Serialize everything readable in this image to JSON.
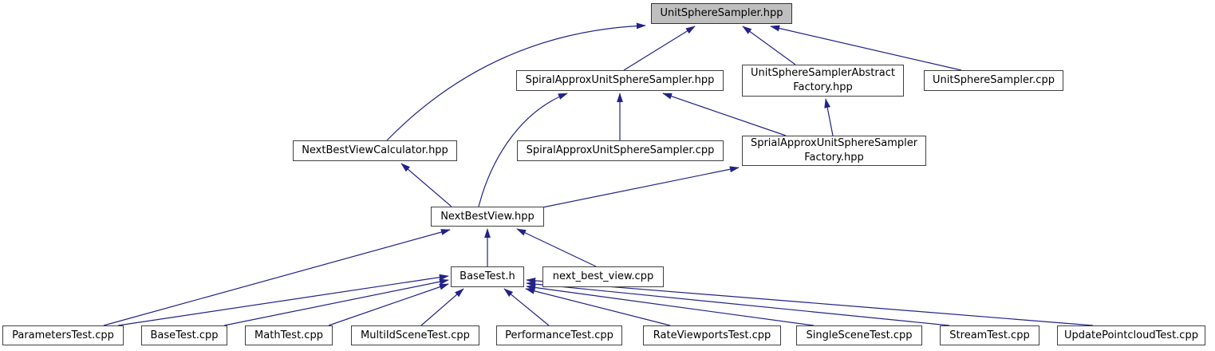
{
  "diagram": {
    "kind": "include-dependency-graph",
    "current_node": "UnitSphereSampler.hpp",
    "colors": {
      "edge": "#22228a",
      "node_border": "#404040",
      "node_fill": "#ffffff",
      "current_node_fill": "#bfbfbf",
      "text": "#000000",
      "background": "#ffffff"
    },
    "nodes": [
      {
        "id": "unit_sphere_sampler_hpp",
        "label": "UnitSphereSampler.hpp",
        "current": true
      },
      {
        "id": "spiral_approx_sampler_hpp",
        "label": "SpiralApproxUnitSphereSampler.hpp",
        "current": false
      },
      {
        "id": "sampler_abstract_factory_hpp",
        "label": "UnitSphereSamplerAbstract\nFactory.hpp",
        "current": false
      },
      {
        "id": "unit_sphere_sampler_cpp",
        "label": "UnitSphereSampler.cpp",
        "current": false
      },
      {
        "id": "next_best_view_calculator_hpp",
        "label": "NextBestViewCalculator.hpp",
        "current": false
      },
      {
        "id": "spiral_approx_sampler_cpp",
        "label": "SpiralApproxUnitSphereSampler.cpp",
        "current": false
      },
      {
        "id": "sprial_approx_factory_hpp",
        "label": "SprialApproxUnitSphereSampler\nFactory.hpp",
        "current": false
      },
      {
        "id": "next_best_view_hpp",
        "label": "NextBestView.hpp",
        "current": false
      },
      {
        "id": "base_test_h",
        "label": "BaseTest.h",
        "current": false
      },
      {
        "id": "next_best_view_cpp",
        "label": "next_best_view.cpp",
        "current": false
      },
      {
        "id": "parameters_test_cpp",
        "label": "ParametersTest.cpp",
        "current": false
      },
      {
        "id": "base_test_cpp",
        "label": "BaseTest.cpp",
        "current": false
      },
      {
        "id": "math_test_cpp",
        "label": "MathTest.cpp",
        "current": false
      },
      {
        "id": "multi_id_scene_test_cpp",
        "label": "MultiIdSceneTest.cpp",
        "current": false
      },
      {
        "id": "performance_test_cpp",
        "label": "PerformanceTest.cpp",
        "current": false
      },
      {
        "id": "rate_viewports_test_cpp",
        "label": "RateViewportsTest.cpp",
        "current": false
      },
      {
        "id": "single_scene_test_cpp",
        "label": "SingleSceneTest.cpp",
        "current": false
      },
      {
        "id": "stream_test_cpp",
        "label": "StreamTest.cpp",
        "current": false
      },
      {
        "id": "update_pointcloud_test_cpp",
        "label": "UpdatePointcloudTest.cpp",
        "current": false
      }
    ],
    "edges": [
      {
        "from": "spiral_approx_sampler_hpp",
        "to": "unit_sphere_sampler_hpp"
      },
      {
        "from": "sampler_abstract_factory_hpp",
        "to": "unit_sphere_sampler_hpp"
      },
      {
        "from": "unit_sphere_sampler_cpp",
        "to": "unit_sphere_sampler_hpp"
      },
      {
        "from": "next_best_view_calculator_hpp",
        "to": "unit_sphere_sampler_hpp"
      },
      {
        "from": "spiral_approx_sampler_cpp",
        "to": "spiral_approx_sampler_hpp"
      },
      {
        "from": "sprial_approx_factory_hpp",
        "to": "spiral_approx_sampler_hpp"
      },
      {
        "from": "next_best_view_hpp",
        "to": "spiral_approx_sampler_hpp"
      },
      {
        "from": "sprial_approx_factory_hpp",
        "to": "sampler_abstract_factory_hpp"
      },
      {
        "from": "next_best_view_hpp",
        "to": "next_best_view_calculator_hpp"
      },
      {
        "from": "next_best_view_hpp",
        "to": "sprial_approx_factory_hpp"
      },
      {
        "from": "base_test_h",
        "to": "next_best_view_hpp"
      },
      {
        "from": "next_best_view_cpp",
        "to": "next_best_view_hpp"
      },
      {
        "from": "parameters_test_cpp",
        "to": "next_best_view_hpp"
      },
      {
        "from": "parameters_test_cpp",
        "to": "base_test_h"
      },
      {
        "from": "base_test_cpp",
        "to": "base_test_h"
      },
      {
        "from": "math_test_cpp",
        "to": "base_test_h"
      },
      {
        "from": "multi_id_scene_test_cpp",
        "to": "base_test_h"
      },
      {
        "from": "performance_test_cpp",
        "to": "base_test_h"
      },
      {
        "from": "rate_viewports_test_cpp",
        "to": "base_test_h"
      },
      {
        "from": "single_scene_test_cpp",
        "to": "base_test_h"
      },
      {
        "from": "stream_test_cpp",
        "to": "base_test_h"
      },
      {
        "from": "update_pointcloud_test_cpp",
        "to": "base_test_h"
      }
    ]
  }
}
